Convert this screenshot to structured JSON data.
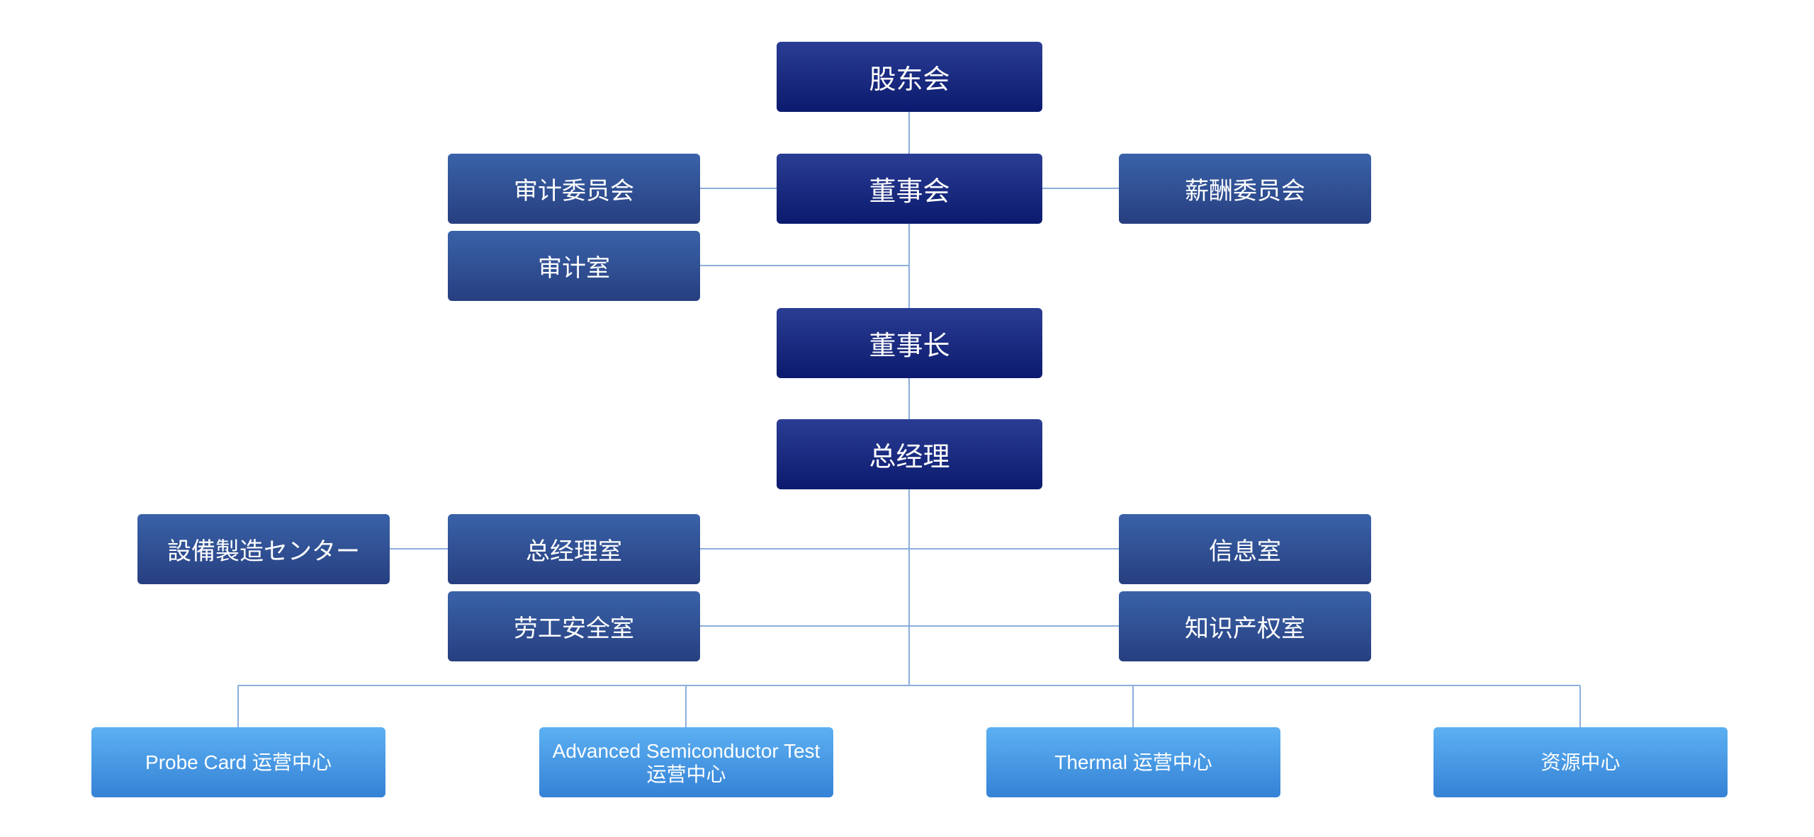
{
  "colors": {
    "connector": "#8aaedc",
    "top_tier": "#0b1a6e",
    "staff_tier": "#2f4e92",
    "operations_tier": "#4a9ae6"
  },
  "nodes": {
    "shareholders": "股东会",
    "board": "董事会",
    "audit_committee": "审计委员会",
    "compensation_committee": "薪酬委员会",
    "audit_office": "审计室",
    "chairman": "董事长",
    "general_manager": "总经理",
    "equipment_center": "設備製造センター",
    "gm_office": "总经理室",
    "info_office": "信息室",
    "labor_safety_office": "劳工安全室",
    "ip_office": "知识产权室",
    "probe_card_center": "Probe Card 运营中心",
    "ast_center": "Advanced Semiconductor Test\n运营中心",
    "thermal_center": "Thermal 运营中心",
    "resource_center": "资源中心"
  }
}
